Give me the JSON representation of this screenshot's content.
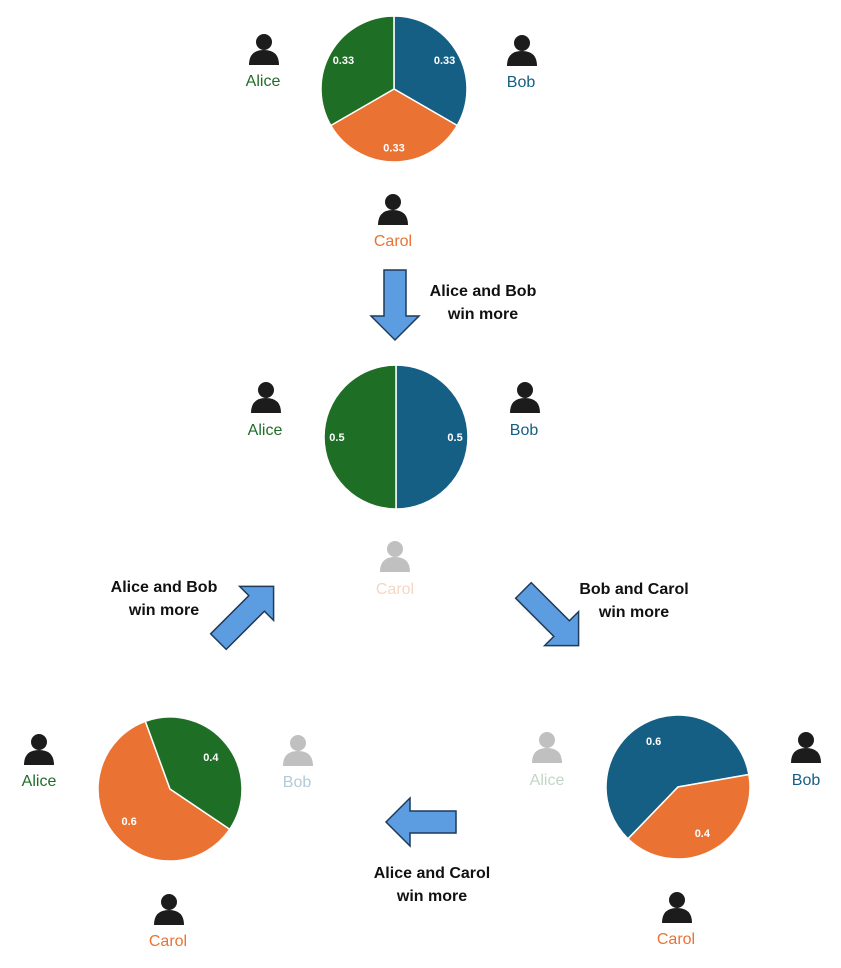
{
  "colors": {
    "alice": "#1e6e26",
    "bob": "#155e84",
    "carol": "#ea7334",
    "alice_faded": "#c2d6c4",
    "bob_faded": "#b2cad8",
    "carol_faded": "#f7d6c3",
    "arrow_fill": "#5b9de0",
    "arrow_stroke": "#1f3a5a",
    "person_dark": "#1c1c1c",
    "person_faded": "#c0c0c0"
  },
  "icon": "person-icon",
  "stages": [
    {
      "id": "top",
      "players": {
        "alice": {
          "label": "Alice",
          "faded": false
        },
        "bob": {
          "label": "Bob",
          "faded": false
        },
        "carol": {
          "label": "Carol",
          "faded": false
        }
      },
      "slices": [
        {
          "player": "bob",
          "label": "0.33",
          "value": 0.3333
        },
        {
          "player": "carol",
          "label": "0.33",
          "value": 0.3333
        },
        {
          "player": "alice",
          "label": "0.33",
          "value": 0.3333
        }
      ]
    },
    {
      "id": "middle",
      "players": {
        "alice": {
          "label": "Alice",
          "faded": false
        },
        "bob": {
          "label": "Bob",
          "faded": false
        },
        "carol": {
          "label": "Carol",
          "faded": true
        }
      },
      "slices": [
        {
          "player": "bob",
          "label": "0.5",
          "value": 0.5
        },
        {
          "player": "alice",
          "label": "0.5",
          "value": 0.5
        }
      ]
    },
    {
      "id": "bottom-left",
      "players": {
        "alice": {
          "label": "Alice",
          "faded": false
        },
        "bob": {
          "label": "Bob",
          "faded": true
        },
        "carol": {
          "label": "Carol",
          "faded": false
        }
      },
      "slices": [
        {
          "player": "carol",
          "label": "0.6",
          "value": 0.6
        },
        {
          "player": "alice",
          "label": "0.4",
          "value": 0.4
        }
      ]
    },
    {
      "id": "bottom-right",
      "players": {
        "alice": {
          "label": "Alice",
          "faded": true
        },
        "bob": {
          "label": "Bob",
          "faded": false
        },
        "carol": {
          "label": "Carol",
          "faded": false
        }
      },
      "slices": [
        {
          "player": "bob",
          "label": "0.6",
          "value": 0.6
        },
        {
          "player": "carol",
          "label": "0.4",
          "value": 0.4
        }
      ]
    }
  ],
  "transitions": [
    {
      "id": "top-to-middle",
      "caption": [
        "Alice and Bob",
        "win more"
      ]
    },
    {
      "id": "middle-to-bottom-right",
      "caption": [
        "Bob and Carol",
        "win more"
      ]
    },
    {
      "id": "bottom-right-to-bottom-left",
      "caption": [
        "Alice and Carol",
        "win more"
      ]
    },
    {
      "id": "bottom-left-to-middle",
      "caption": [
        "Alice and Bob",
        "win more"
      ]
    }
  ]
}
